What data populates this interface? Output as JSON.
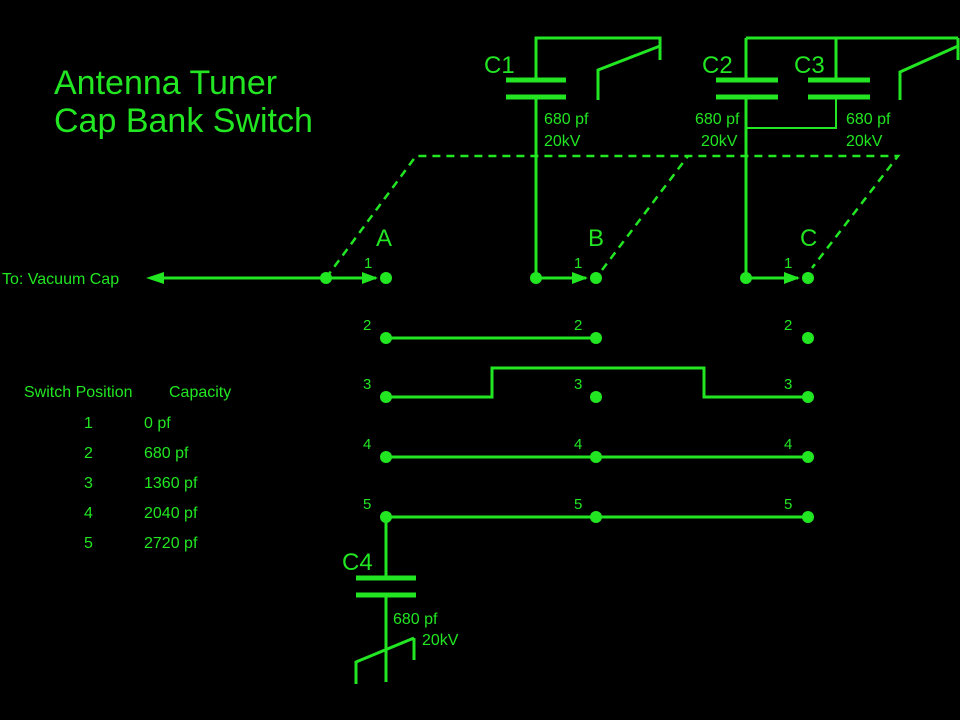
{
  "title": {
    "line1": "Antenna Tuner",
    "line2": "Cap Bank Switch"
  },
  "input_label": "To: Vacuum Cap",
  "capacitors": [
    {
      "name": "C1",
      "value": "680 pf",
      "voltage": "20kV"
    },
    {
      "name": "C2",
      "value": "680 pf",
      "voltage": "20kV"
    },
    {
      "name": "C3",
      "value": "680 pf",
      "voltage": "20kV"
    },
    {
      "name": "C4",
      "value": "680 pf",
      "voltage": "20kV"
    }
  ],
  "switch_decks": [
    "A",
    "B",
    "C"
  ],
  "positions": [
    "1",
    "2",
    "3",
    "4",
    "5"
  ],
  "table": {
    "headers": [
      "Switch Position",
      "Capacity"
    ],
    "rows": [
      {
        "position": "1",
        "capacity": "0 pf"
      },
      {
        "position": "2",
        "capacity": "680 pf"
      },
      {
        "position": "3",
        "capacity": "1360 pf"
      },
      {
        "position": "4",
        "capacity": "2040 pf"
      },
      {
        "position": "5",
        "capacity": "2720 pf"
      }
    ]
  },
  "colors": {
    "background": "#000000",
    "line": "#22e622"
  }
}
